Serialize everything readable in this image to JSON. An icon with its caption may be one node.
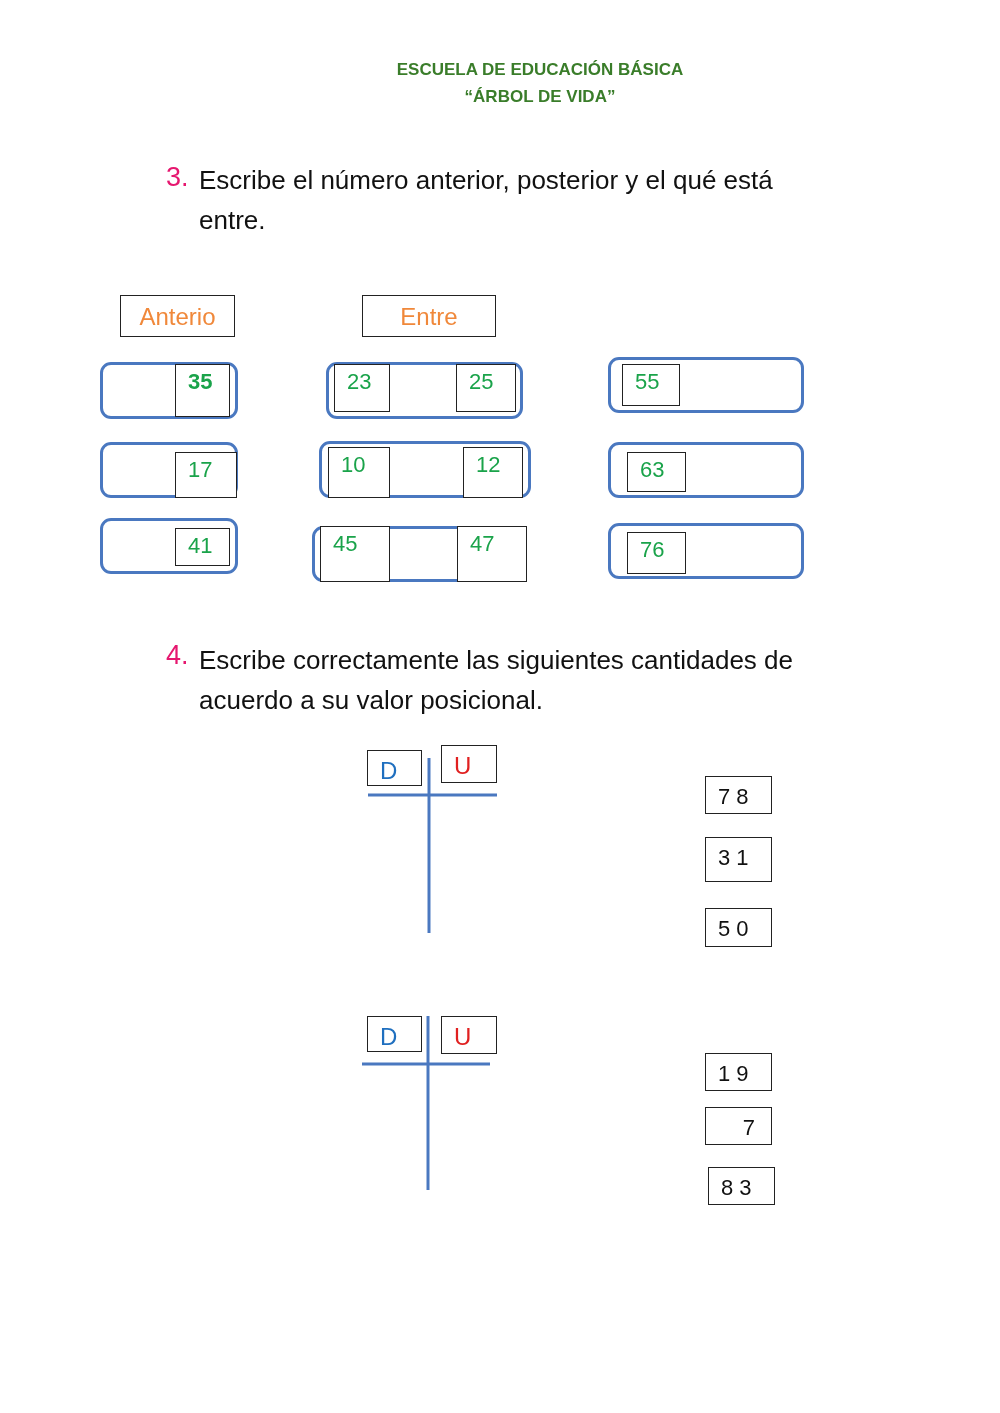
{
  "diagram": {
    "nodes": [
      {
        "text": [
          "Anterio"
        ]
      },
      {
        "text": [
          "Entre"
        ]
      },
      {
        "text": [],
        "shape": "box"
      },
      {
        "text": [
          "35"
        ],
        "in": 2
      },
      {
        "text": [],
        "shape": "box"
      },
      {
        "text": [
          "23"
        ],
        "in": 4
      },
      {
        "text": [
          "25"
        ],
        "in": 4
      },
      {
        "text": [],
        "shape": "box"
      },
      {
        "text": [
          "55"
        ],
        "in": 7
      },
      {
        "text": [],
        "shape": "box"
      },
      {
        "text": [
          "17"
        ],
        "in": 9
      },
      {
        "text": [],
        "shape": "box"
      },
      {
        "text": [
          "10"
        ],
        "in": 11
      },
      {
        "text": [
          "12"
        ],
        "in": 11
      },
      {
        "text": [],
        "shape": "box"
      },
      {
        "text": [
          "63"
        ],
        "in": 14
      },
      {
        "text": [],
        "shape": "box"
      },
      {
        "text": [
          "41"
        ],
        "in": 16
      },
      {
        "text": [],
        "shape": "box"
      },
      {
        "text": [
          "45"
        ],
        "in": 18
      },
      {
        "text": [
          "47"
        ],
        "in": 18
      },
      {
        "text": [],
        "shape": "box"
      },
      {
        "text": [
          "76"
        ],
        "in": 21
      },
      {
        "text": [
          "D"
        ]
      },
      {
        "text": [
          "U"
        ]
      },
      {
        "text": [
          "7 8"
        ]
      },
      {
        "text": [
          "3 1"
        ]
      },
      {
        "text": [
          "5 0"
        ]
      },
      {
        "text": [
          "D"
        ]
      },
      {
        "text": [
          "U"
        ]
      },
      {
        "text": [
          "1 9"
        ]
      },
      {
        "text": [
          "7"
        ]
      },
      {
        "text": [
          "8 3"
        ]
      }
    ],
    "labels": [
      "ESCUELA DE EDUCACIÓN BÁSICA",
      "“ÁRBOL DE VIDA”",
      "3.",
      "Escribe el número anterior, posterior y el qué está entre.",
      "4.",
      "Escribe correctamente las siguientes cantidades de acuerdo a su valor posicional."
    ]
  }
}
